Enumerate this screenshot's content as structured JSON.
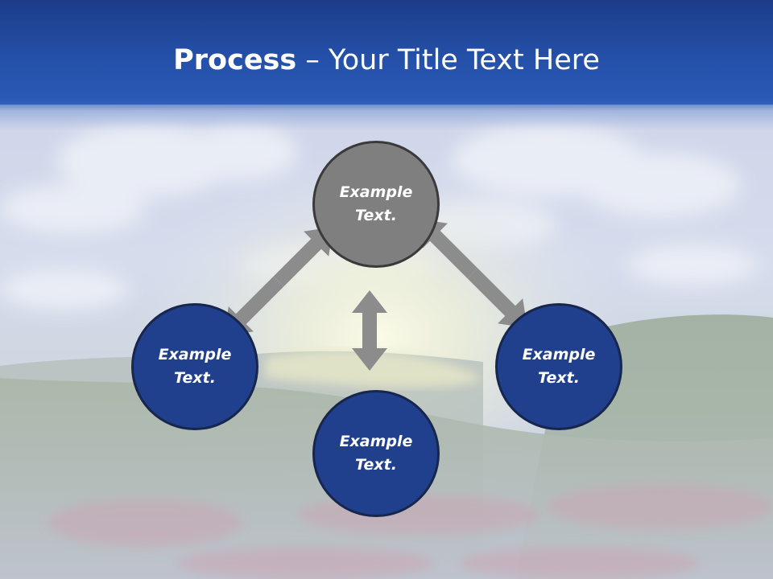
{
  "title": {
    "bold_part": "Process",
    "separator": " – ",
    "rest": "Your Title Text Here"
  },
  "nodes": {
    "top": "Example Text.",
    "left": "Example Text.",
    "right": "Example Text.",
    "bottom": "Example Text."
  },
  "colors": {
    "title_bar": "#2450a8",
    "node_blue": "#203f8c",
    "node_gray": "#7f7f7f",
    "arrow": "#8c8c8c",
    "title_text": "#ffffff"
  }
}
